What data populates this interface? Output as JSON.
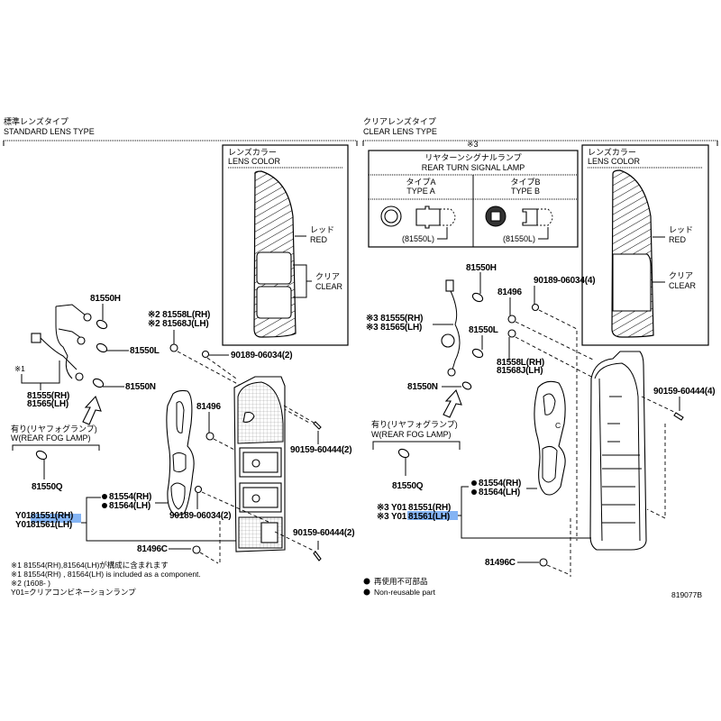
{
  "diagram_id": "819077B",
  "highlight_color": "#5b9bf0",
  "left_section": {
    "title_jp": "標準レンズタイプ",
    "title_en": "STANDARD LENS TYPE",
    "lens_color_box": {
      "title_jp": "レンズカラー",
      "title_en": "LENS COLOR",
      "red_jp": "レッド",
      "red_en": "RED",
      "clear_jp": "クリア",
      "clear_en": "CLEAR"
    },
    "parts": {
      "p81550H": "81550H",
      "p81550L": "81550L",
      "p81550N": "81550N",
      "note1_mark": "※1",
      "p81555": "81555(RH)",
      "p81565": "81565(LH)",
      "p81558L": "※2 81558L(RH)",
      "p81568J": "※2 81568J(LH)",
      "p90189_top": "90189-06034(2)",
      "p81496": "81496",
      "p90159_top": "90159-60444(2)",
      "p90189_bot": "90189-06034(2)",
      "p90159_bot": "90159-60444(2)",
      "p81496C": "81496C",
      "p81554": "81554(RH)",
      "p81564": "81564(LH)",
      "p81551_prefix": "Y01",
      "p81551": "81551(RH)",
      "p81561_prefix": "Y01",
      "p81561": "81561(LH)",
      "fog_jp": "有り(リヤフォグランプ)",
      "fog_en": "W(REAR FOG LAMP)",
      "p81550Q": "81550Q"
    },
    "notes": [
      "※1 81554(RH),81564(LH)が構成に含まれます",
      "※1 81554(RH) , 81564(LH) is included as a component.",
      "※2 (1608-        )",
      "Y01=クリアコンビネーションランプ"
    ]
  },
  "right_section": {
    "title_jp": "クリアレンズタイプ",
    "title_en": "CLEAR LENS TYPE",
    "note3_mark": "※3",
    "turn_signal_table": {
      "title_jp": "リヤターンシグナルランプ",
      "title_en": "REAR TURN SIGNAL LAMP",
      "type_a_jp": "タイプA",
      "type_a_en": "TYPE A",
      "type_b_jp": "タイプB",
      "type_b_en": "TYPE B",
      "bulb_a": "(81550L)",
      "bulb_b": "(81550L)"
    },
    "lens_color_box": {
      "title_jp": "レンズカラー",
      "title_en": "LENS COLOR",
      "red_jp": "レッド",
      "red_en": "RED",
      "clear_jp": "クリア",
      "clear_en": "CLEAR"
    },
    "parts": {
      "p81550H": "81550H",
      "p90189": "90189-06034(4)",
      "p81496": "81496",
      "p81555": "※3 81555(RH)",
      "p81565": "※3 81565(LH)",
      "p81550L": "81550L",
      "p81558L": "81558L(RH)",
      "p81568J": "81568J(LH)",
      "p81550N": "81550N",
      "p90159": "90159-60444(4)",
      "fog_jp": "有り(リヤフォグランプ)",
      "fog_en": "W(REAR FOG LAMP)",
      "p81550Q": "81550Q",
      "p81554": "81554(RH)",
      "p81564": "81564(LH)",
      "p81551_prefix": "※3 Y01",
      "p81551": "81551(RH)",
      "p81561_prefix": "※3 Y01",
      "p81561": "81561(LH)",
      "p81496C": "81496C"
    },
    "legend": {
      "jp": "再使用不可部品",
      "en": "Non-reusable part"
    }
  }
}
